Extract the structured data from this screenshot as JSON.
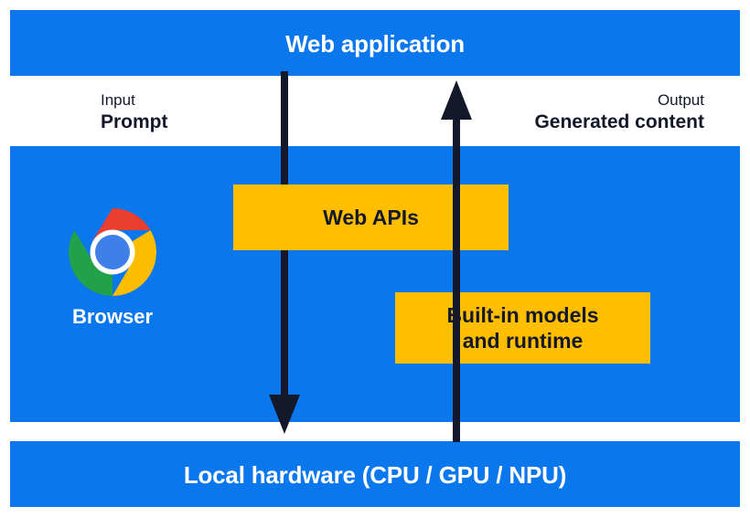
{
  "diagram": {
    "title": "Web application",
    "layers": [
      {
        "id": "web-application",
        "label": "Web application"
      },
      {
        "id": "browser",
        "label": "Browser"
      },
      {
        "id": "local-hardware",
        "label": "Local hardware (CPU / GPU / NPU)"
      }
    ],
    "bands": {
      "web_application": {
        "label": "Web application"
      },
      "browser": {
        "label": "Browser"
      },
      "local_hardware": {
        "label": "Local hardware (CPU / GPU / NPU)"
      }
    },
    "components": {
      "web_apis": {
        "label": "Web APIs"
      },
      "builtin_models": {
        "label": "Built-in models\nand runtime",
        "line1": "Built-in models",
        "line2": "and runtime"
      }
    },
    "flows": {
      "input": {
        "kind": "Input",
        "value": "Prompt",
        "direction": "down"
      },
      "output": {
        "kind": "Output",
        "value": "Generated content",
        "direction": "up"
      }
    },
    "icons": {
      "browser_logo": "chrome-logo-icon"
    },
    "colors": {
      "band_blue": "#0b77ed",
      "component_yellow": "#ffbe00",
      "arrow_navy": "#14182b",
      "text_on_blue": "#ffffff",
      "text_on_yellow": "#14182b",
      "background": "#ffffff",
      "chrome_red": "#ea3e2f",
      "chrome_yellow": "#fbbd00",
      "chrome_green": "#22a14b",
      "chrome_blue": "#3f7fe8"
    }
  }
}
